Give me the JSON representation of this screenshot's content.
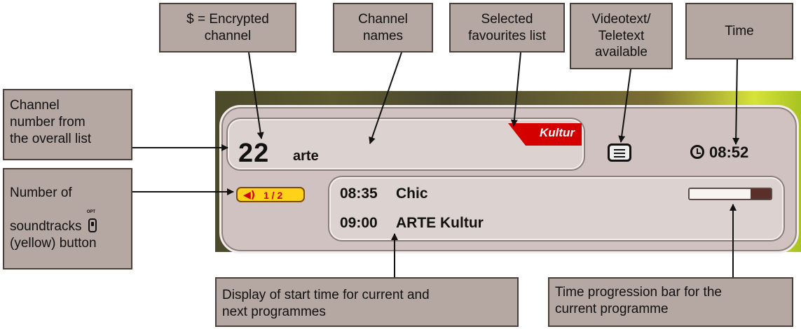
{
  "callouts": {
    "encrypted": [
      "$ = Encrypted",
      "channel"
    ],
    "channel_names": [
      "Channel",
      "names"
    ],
    "favourites": [
      "Selected",
      "favourites list"
    ],
    "videotext": [
      "Videotext/",
      "Teletext",
      "available"
    ],
    "time": [
      "Time"
    ],
    "channel_number": [
      "Channel",
      "number from",
      "the overall list"
    ],
    "soundtracks": [
      "Number of",
      "soundtracks",
      "(yellow) button"
    ],
    "soundtracks_button_label": "OPT",
    "start_time": [
      "Display of start time for current and",
      "next programmes"
    ],
    "progress_bar": [
      "Time progression bar for the",
      "current programme"
    ]
  },
  "osd": {
    "channel_number": "22",
    "channel_name": "arte",
    "favourites_list": "Kultur",
    "time": "08:52",
    "audio_tracks": "1 / 2",
    "programmes": [
      {
        "time": "08:35",
        "title": "Chic"
      },
      {
        "time": "09:00",
        "title": "ARTE Kultur"
      }
    ],
    "progress_fraction": 0.75
  }
}
